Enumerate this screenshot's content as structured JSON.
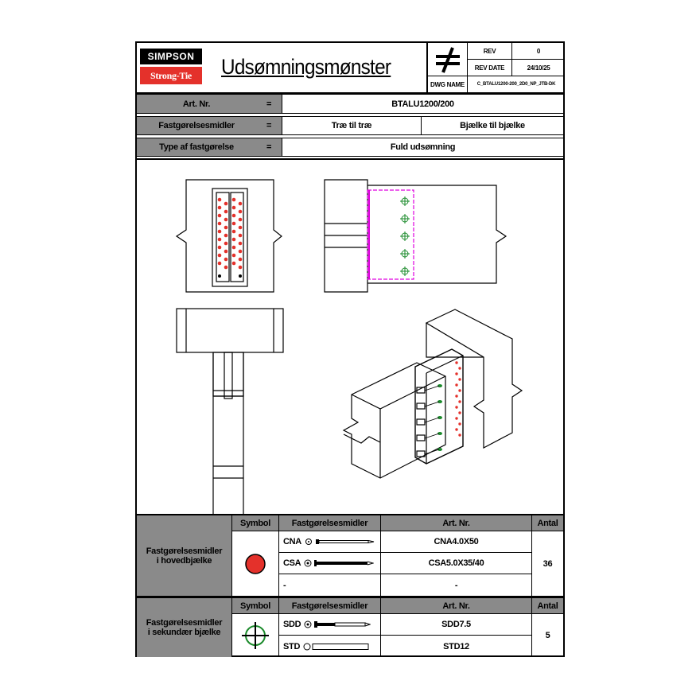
{
  "header": {
    "logo_top": "SIMPSON",
    "logo_bottom": "Strong-Tie",
    "title": "Udsømningsmønster",
    "not_equal_icon": "not-equal-icon",
    "rev_label": "REV",
    "rev_value": "0",
    "rev_date_label": "REV DATE",
    "rev_date_value": "24/10/25",
    "dwg_label": "DWG NAME",
    "dwg_value": "C_BTALU1200-200_2D0_NP_JTB-DK"
  },
  "info": {
    "art_label": "Art. Nr.",
    "art_eq": "=",
    "art_value": "BTALU1200/200",
    "fast_label": "Fastgørelsesmidler",
    "fast_eq": "=",
    "fast_value_1": "Træ til træ",
    "fast_value_2": "Bjælke til bjælke",
    "type_label": "Type af fastgørelse",
    "type_eq": "=",
    "type_value": "Fuld udsømning"
  },
  "colors": {
    "red_nail": "#e4312b",
    "green_screw": "#1a8a2a",
    "magenta_outline": "#e000e0",
    "header_gray": "#8a8a8a"
  },
  "table_main": {
    "group_label_1": "Fastgørelsesmidler",
    "group_label_2": "i hovedbjælke",
    "symbol_header": "Symbol",
    "fastener_header": "Fastgørelsesmidler",
    "art_header": "Art. Nr.",
    "qty_header": "Antal",
    "symbol_icon": "red-dot-icon",
    "rows": [
      {
        "code": "CNA",
        "art": "CNA4.0X50"
      },
      {
        "code": "CSA",
        "art": "CSA5.0X35/40"
      },
      {
        "code": "-",
        "art": "-"
      }
    ],
    "qty": "36"
  },
  "table_secondary": {
    "group_label_1": "Fastgørelsesmidler",
    "group_label_2": "i sekundær bjælke",
    "symbol_header": "Symbol",
    "fastener_header": "Fastgørelsesmidler",
    "art_header": "Art. Nr.",
    "qty_header": "Antal",
    "symbol_icon": "crosshair-icon",
    "rows": [
      {
        "code": "SDD",
        "art": "SDD7.5"
      },
      {
        "code": "STD",
        "art": "STD12"
      }
    ],
    "qty": "5"
  }
}
